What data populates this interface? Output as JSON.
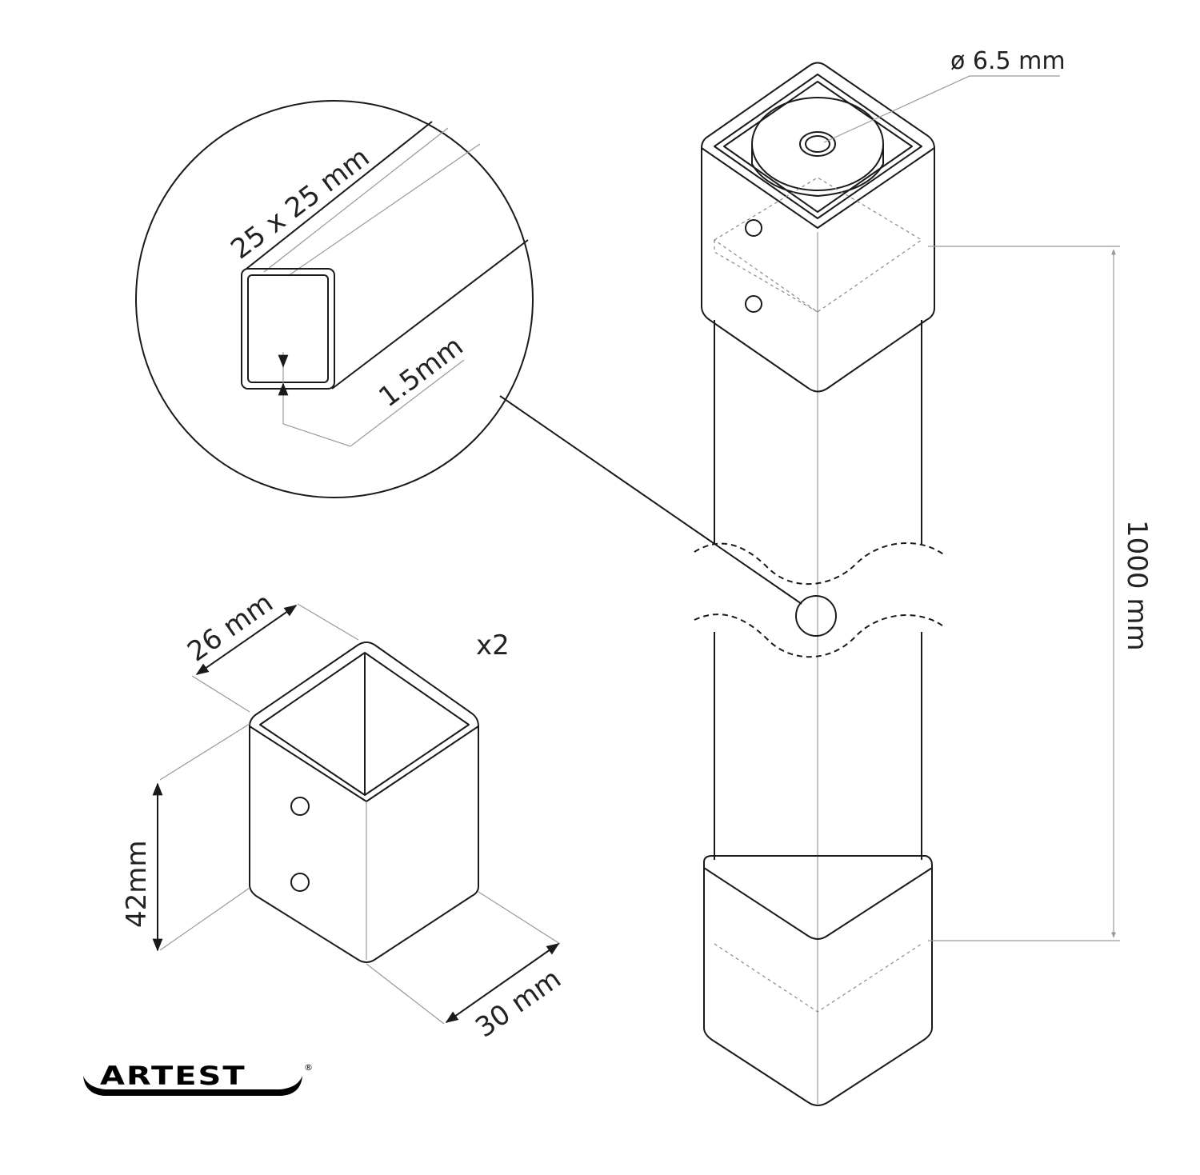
{
  "labels": {
    "hole_diameter": "ø 6.5 mm",
    "profile_size": "25 x 25 mm",
    "wall_thickness": "1.5mm",
    "length": "1000 mm",
    "cap_width": "26 mm",
    "cap_depth": "30 mm",
    "cap_height": "42mm",
    "quantity": "x2"
  },
  "logo": {
    "text": "ARTEST",
    "mark": "®"
  }
}
